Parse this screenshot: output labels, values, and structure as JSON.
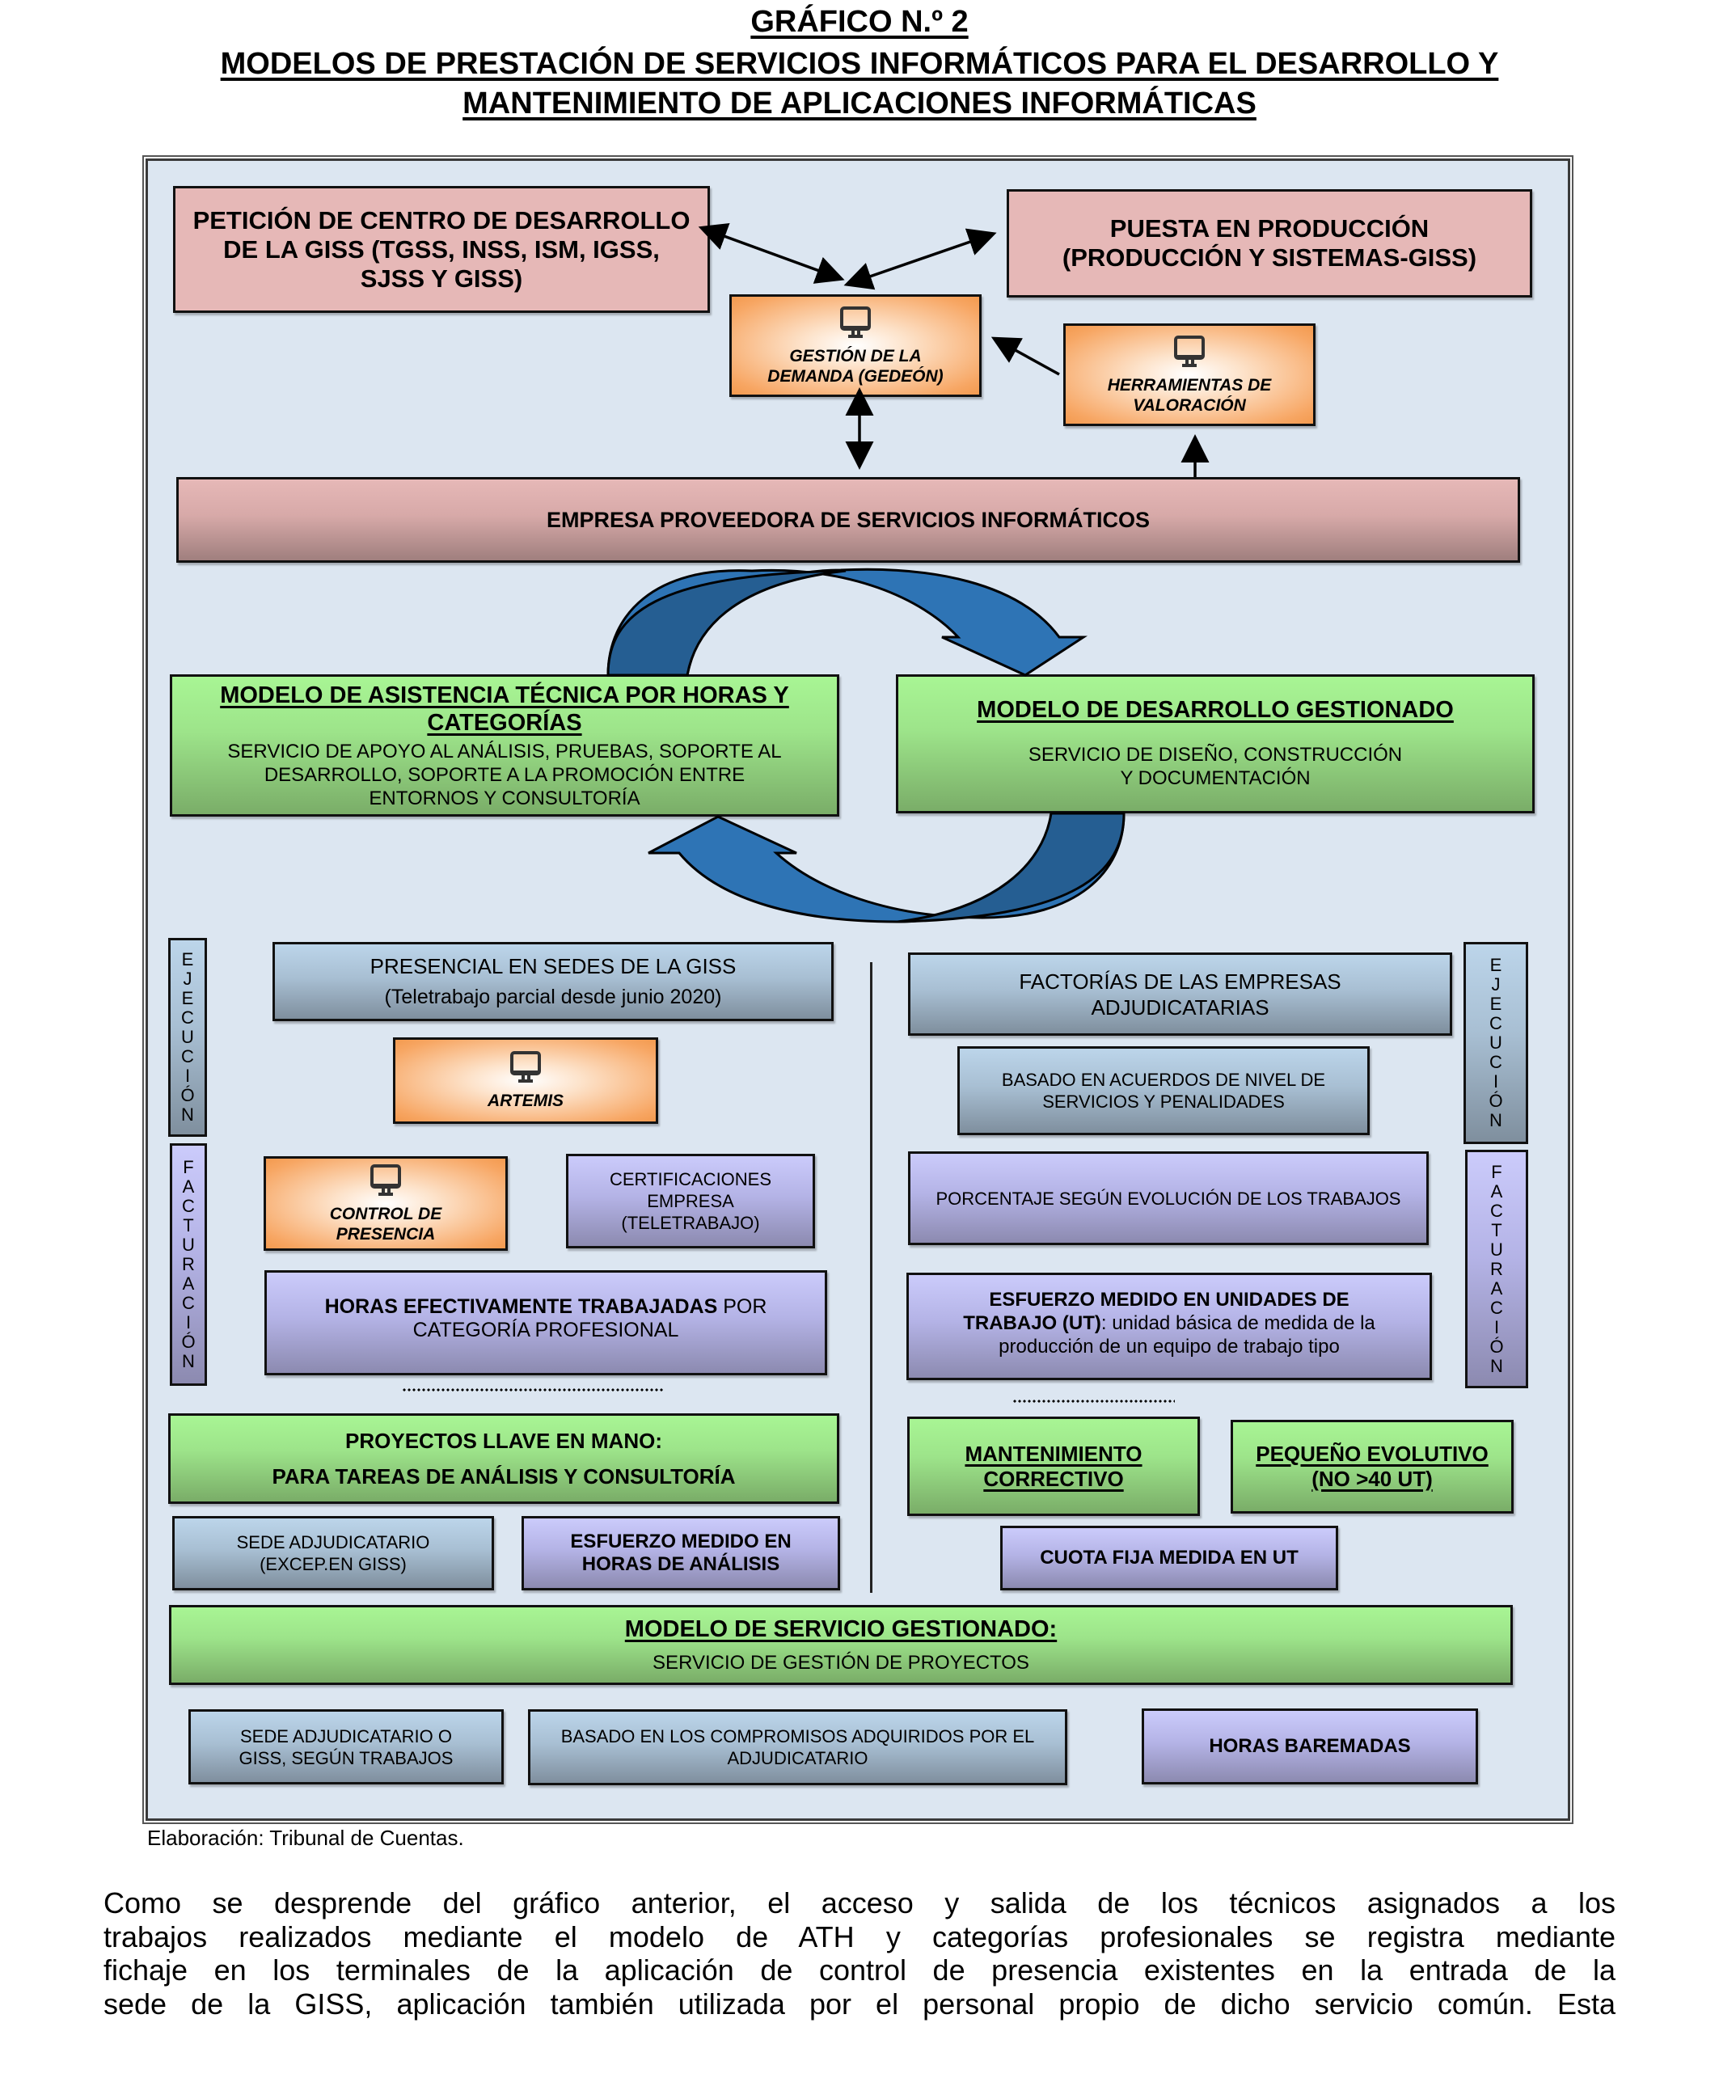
{
  "title": {
    "line1": "GRÁFICO N.º 2",
    "line2": "MODELOS DE PRESTACIÓN DE SERVICIOS INFORMÁTICOS PARA EL DESARROLLO Y",
    "line3": "MANTENIMIENTO DE APLICACIONES INFORMÁTICAS"
  },
  "colors": {
    "frame_bg": "#dce6f1",
    "pink": "#e6b8b7",
    "orange": "#f39a4f",
    "green": "#a8f594",
    "blue_gray": "#bcd5ea",
    "lilac": "#cbcbfb",
    "cycle_arrow": "#2e74b5"
  },
  "top": {
    "peticion": "PETICIÓN DE CENTRO DE DESARROLLO DE LA GISS (TGSS, INSS, ISM, IGSS, SJSS Y GISS)",
    "puesta": {
      "line1": "PUESTA EN PRODUCCIÓN",
      "line2": "(PRODUCCIÓN Y SISTEMAS-GISS)"
    },
    "gedeon": {
      "icon": "monitor-icon",
      "line1": "GESTIÓN DE LA",
      "line2": "DEMANDA (GEDEÓN)"
    },
    "herramientas": {
      "icon": "monitor-icon",
      "line1": "HERRAMIENTAS DE",
      "line2": "VALORACIÓN"
    },
    "empresa": "EMPRESA PROVEEDORA DE SERVICIOS INFORMÁTICOS"
  },
  "models": {
    "ath": {
      "title": "MODELO DE ASISTENCIA TÉCNICA POR HORAS Y CATEGORÍAS",
      "desc": "SERVICIO DE APOYO AL ANÁLISIS, PRUEBAS, SOPORTE AL DESARROLLO, SOPORTE A LA PROMOCIÓN ENTRE ENTORNOS Y CONSULTORÍA"
    },
    "desarrollo": {
      "title": "MODELO DE DESARROLLO GESTIONADO",
      "desc": "SERVICIO DE DISEÑO, CONSTRUCCIÓN Y DOCUMENTACIÓN"
    }
  },
  "side_labels": {
    "ejecucion": "EJECUCIÓN",
    "facturacion": "FACTURACIÓN"
  },
  "left": {
    "presencial": {
      "line1": "PRESENCIAL EN SEDES DE LA GISS",
      "line2": "(Teletrabajo parcial desde junio 2020)"
    },
    "artemis": {
      "icon": "monitor-icon",
      "label": "ARTEMIS"
    },
    "control": {
      "icon": "monitor-icon",
      "line1": "CONTROL DE",
      "line2": "PRESENCIA"
    },
    "certificaciones": "CERTIFICACIONES EMPRESA (TELETRABAJO)",
    "horas": {
      "bold": "HORAS EFECTIVAMENTE TRABAJADAS",
      "regular": " POR CATEGORÍA PROFESIONAL"
    },
    "proyectos": {
      "line1": "PROYECTOS LLAVE EN MANO:",
      "line2": "PARA TAREAS DE ANÁLISIS Y CONSULTORÍA"
    },
    "sede": "SEDE ADJUDICATARIO (EXCEP.EN GISS)",
    "esfuerzo_horas": "ESFUERZO MEDIDO EN HORAS DE ANÁLISIS"
  },
  "right": {
    "factorias": "FACTORÍAS DE LAS EMPRESAS ADJUDICATARIAS",
    "acuerdos": "BASADO EN ACUERDOS DE NIVEL DE SERVICIOS Y PENALIDADES",
    "porcentaje": "PORCENTAJE SEGÚN EVOLUCIÓN DE LOS TRABAJOS",
    "esfuerzo_ut": {
      "bold": "ESFUERZO MEDIDO EN UNIDADES DE TRABAJO (UT)",
      "regular": ": unidad básica de medida de la producción de un equipo de trabajo tipo"
    },
    "mantenimiento": "MANTENIMIENTO CORRECTIVO",
    "pequeno": {
      "line1": "PEQUEÑO EVOLUTIVO",
      "line2": "(NO >40 UT)"
    },
    "cuota": "CUOTA FIJA MEDIDA EN UT"
  },
  "bottom": {
    "servicio": {
      "title": "MODELO DE SERVICIO GESTIONADO:",
      "desc": "SERVICIO DE GESTIÓN DE PROYECTOS"
    },
    "sede": "SEDE ADJUDICATARIO O GISS, SEGÚN TRABAJOS",
    "compromisos": "BASADO EN LOS COMPROMISOS ADQUIRIDOS POR EL ADJUDICATARIO",
    "horas_baremadas": "HORAS BAREMADAS"
  },
  "caption": "Elaboración: Tribunal de Cuentas.",
  "paragraph": [
    "Como se desprende del gráfico anterior, el acceso y salida de los técnicos asignados a los",
    "trabajos realizados mediante el modelo de ATH y categorías profesionales se registra mediante",
    "fichaje en los terminales de la aplicación de control de presencia existentes en la entrada de la",
    "sede de la GISS, aplicación también utilizada por el personal propio de dicho servicio común. Esta"
  ]
}
